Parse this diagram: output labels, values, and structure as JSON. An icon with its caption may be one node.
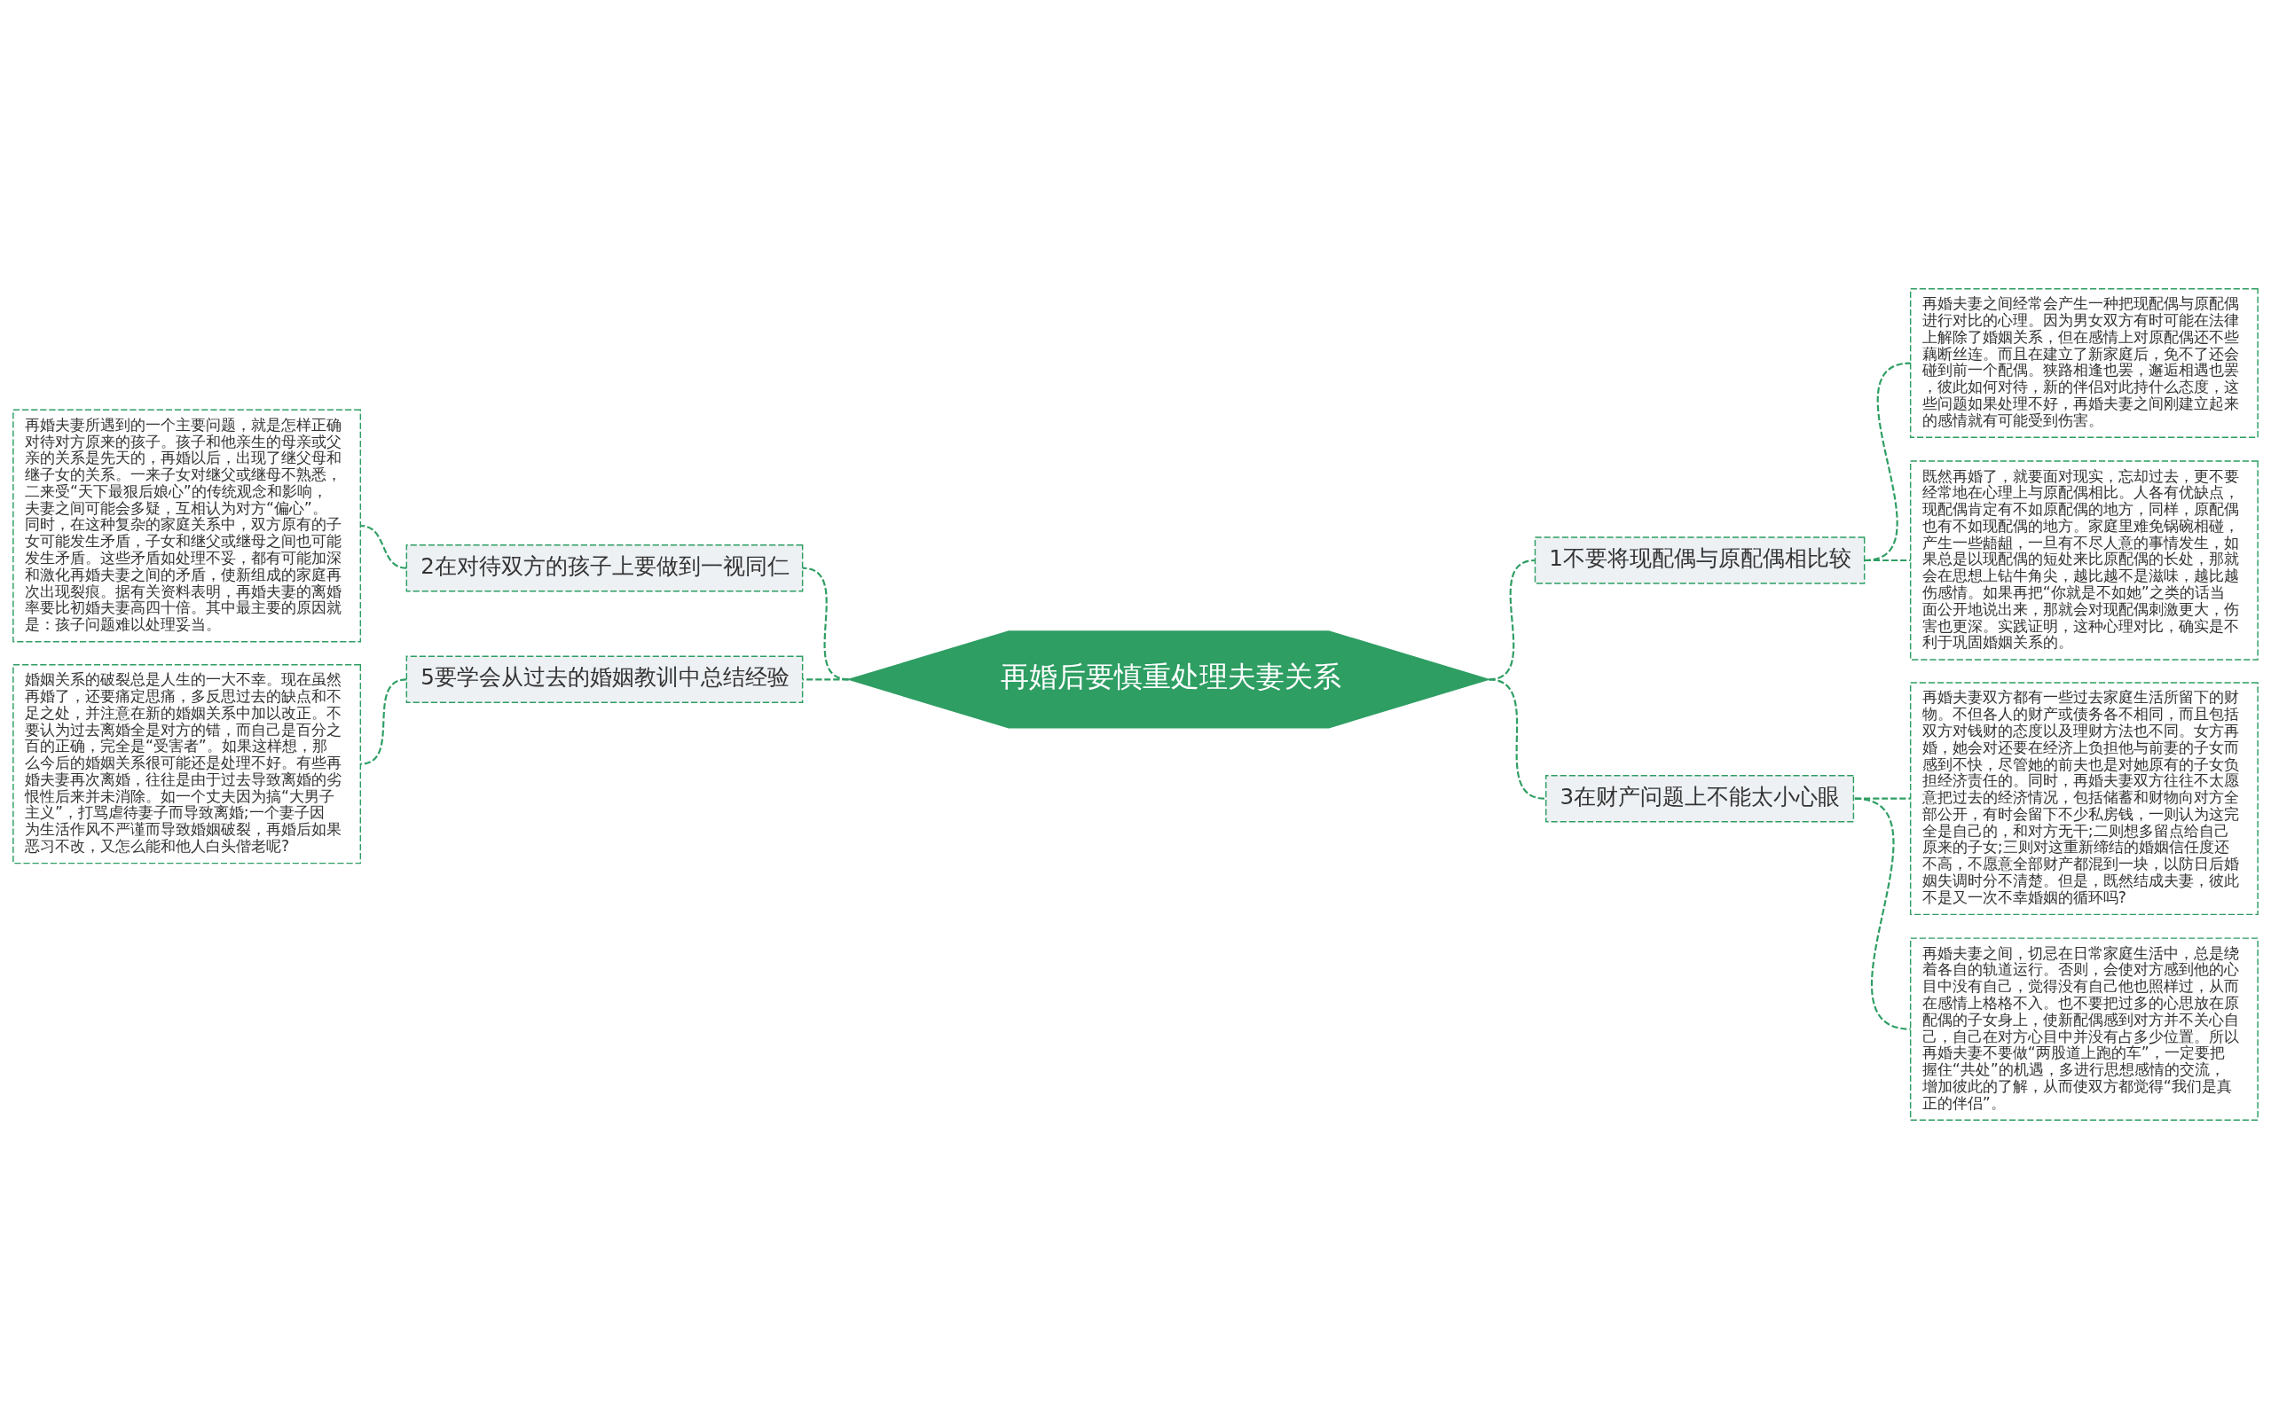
{
  "diagram": {
    "nodes": [
      {
        "text": [
          "再婚后要慎重处理夫妻关系"
        ]
      },
      {
        "text": [
          "1不要将现配偶与原配偶相比较"
        ]
      },
      {
        "text": [
          "再婚夫妻之间经常会产生一种把现配偶与原配偶进行对比的心理。因为男女双方有时可能在法律上解除了婚姻关系，但在感情上对原配偶还不些藕断丝连。而且在建立了新家庭后，免不了还会碰到前一个配偶。狭路相逢也罢，邂逅相遇也罢，彼此如何对待，新的伴侣对此持什么态度，这些问题如果处理不好，再婚夫妻之间刚建立起来的感情就有可能受到伤害。"
        ]
      },
      {
        "text": [
          "既然再婚了，就要面对现实，忘却过去，更不要经常地在心理上与原配偶相比。人各有优缺点，现配偶肯定有不如原配偶的地方，同样，原配偶也有不如现配偶的地方。家庭里难免锅碗相碰，产生一些龉龃，一旦有不尽人意的事情发生，如果总是以现配偶的短处来比原配偶的长处，那就会在思想上钻牛角尖，越比越不是滋味，越比越伤感情。如果再把“你就是不如她”之类的话当面公开地说出来，那就会对现配偶刺激更大，伤害也更深。实践证明，这种心理对比，确实是不利于巩固婚姻关系的。"
        ]
      },
      {
        "text": [
          "3在财产问题上不能太小心眼"
        ]
      },
      {
        "text": [
          "再婚夫妻双方都有一些过去家庭生活所留下的财物。不但各人的财产或债务各不相同，而且包括双方对钱财的态度以及理财方法也不同。女方再婚，她会对还要在经济上负担他与前妻的子女而感到不快，尽管她的前夫也是对她原有的子女负担经济责任的。同时，再婚夫妻双方往往不太愿意把过去的经济情况，包括储蓄和财物向对方全部公开，有时会留下不少私房钱，一则认为这完全是自己的，和对方无干;二则想多留点给自己原来的子女;三则对这重新缔结的婚姻信任度还不高，不愿意全部财产都混到一块，以防日后婚姻失调时分不清楚。但是，既然结成夫妻，彼此不是又一次不幸婚姻的循环吗?"
        ]
      },
      {
        "text": [
          "再婚夫妻之间，切忌在日常家庭生活中，总是绕着各自的轨道运行。否则，会使对方感到他的心目中没有自己，觉得没有自己他也照样过，从而在感情上格格不入。也不要把过多的心思放在原配偶的子女身上，使新配偶感到对方并不关心自己，自己在对方心目中并没有占多少位置。所以再婚夫妻不要做“两股道上跑的车”，一定要把握住“共处”的机遇，多进行思想感情的交流，增加彼此的了解，从而使双方都觉得“我们是真正的伴侣”。"
        ]
      },
      {
        "text": [
          "2在对待双方的孩子上要做到一视同仁"
        ]
      },
      {
        "text": [
          "再婚夫妻所遇到的一个主要问题，就是怎样正确对待对方原来的孩子。孩子和他亲生的母亲或父亲的关系是先天的，再婚以后，出现了继父母和继子女的关系。一来子女对继父或继母不熟悉，二来受“天下最狠后娘心”的传统观念和影响，夫妻之间可能会多疑，互相认为对方“偏心”。同时，在这种复杂的家庭关系中，双方原有的子女可能发生矛盾，子女和继父或继母之间也可能发生矛盾。这些矛盾如处理不妥，都有可能加深和激化再婚夫妻之间的矛盾，使新组成的家庭再次出现裂痕。据有关资料表明，再婚夫妻的离婚率要比初婚夫妻高四十倍。其中最主要的原因就是：孩子问题难以处理妥当。"
        ]
      },
      {
        "text": [
          "5要学会从过去的婚姻教训中总结经验"
        ]
      },
      {
        "text": [
          "婚姻关系的破裂总是人生的一大不幸。现在虽然再婚了，还要痛定思痛，多反思过去的缺点和不足之处，并注意在新的婚姻关系中加以改正。不要认为过去离婚全是对方的错，而自己是百分之百的正确，完全是“受害者”。如果这样想，那么今后的婚姻关系很可能还是处理不好。有些再婚夫妻再次离婚，往往是由于过去导致离婚的劣恨性后来并未消除。如一个丈夫因为搞“大男子主义”，打骂虐待妻子而导致离婚;一个妻子因为生活作风不严谨而导致婚姻破裂，再婚后如果恶习不改，又怎么能和他人白头偕老呢?"
        ]
      }
    ],
    "edges": [
      {
        "from": 0,
        "to": 1,
        "arrow": "none",
        "style": "dashed"
      },
      {
        "from": 1,
        "to": 2,
        "arrow": "none",
        "style": "dashed"
      },
      {
        "from": 1,
        "to": 3,
        "arrow": "none",
        "style": "dashed"
      },
      {
        "from": 0,
        "to": 4,
        "arrow": "none",
        "style": "dashed"
      },
      {
        "from": 4,
        "to": 5,
        "arrow": "none",
        "style": "dashed"
      },
      {
        "from": 4,
        "to": 6,
        "arrow": "none",
        "style": "dashed"
      },
      {
        "from": 0,
        "to": 7,
        "arrow": "none",
        "style": "dashed"
      },
      {
        "from": 7,
        "to": 8,
        "arrow": "none",
        "style": "dashed"
      },
      {
        "from": 0,
        "to": 9,
        "arrow": "none",
        "style": "dashed"
      },
      {
        "from": 9,
        "to": 10,
        "arrow": "none",
        "style": "dashed"
      }
    ]
  }
}
